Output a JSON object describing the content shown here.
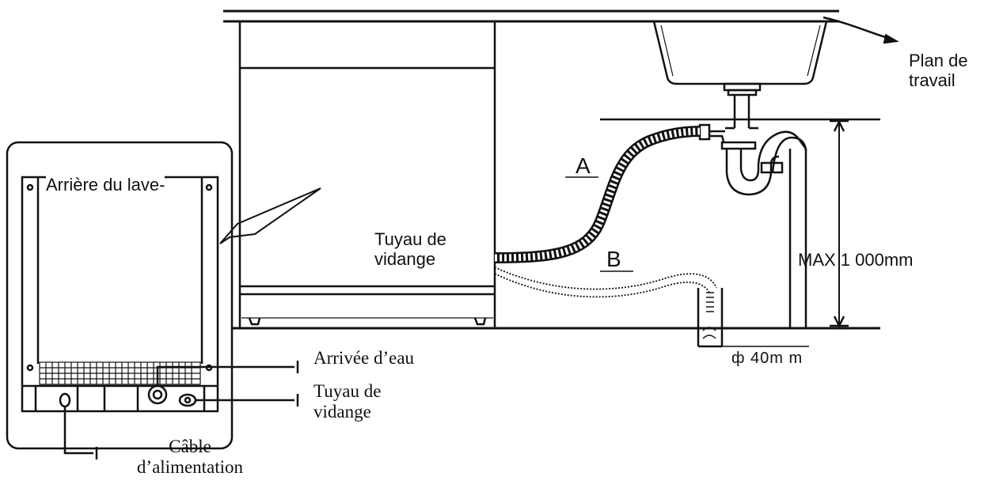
{
  "labels": {
    "worktop": "Plan de travail",
    "back_panel": "Arrière du lave-",
    "drain_hose_main": "Tuyau de vidange",
    "hose_a": "A",
    "hose_b": "B",
    "max_height": "MAX 1 000mm",
    "water_inlet": "Arrivée d’eau",
    "drain_hose_rear": "Tuyau de vidange",
    "power_cable": "Câble d’alimentation",
    "pipe_diameter": "ф 40m m"
  }
}
